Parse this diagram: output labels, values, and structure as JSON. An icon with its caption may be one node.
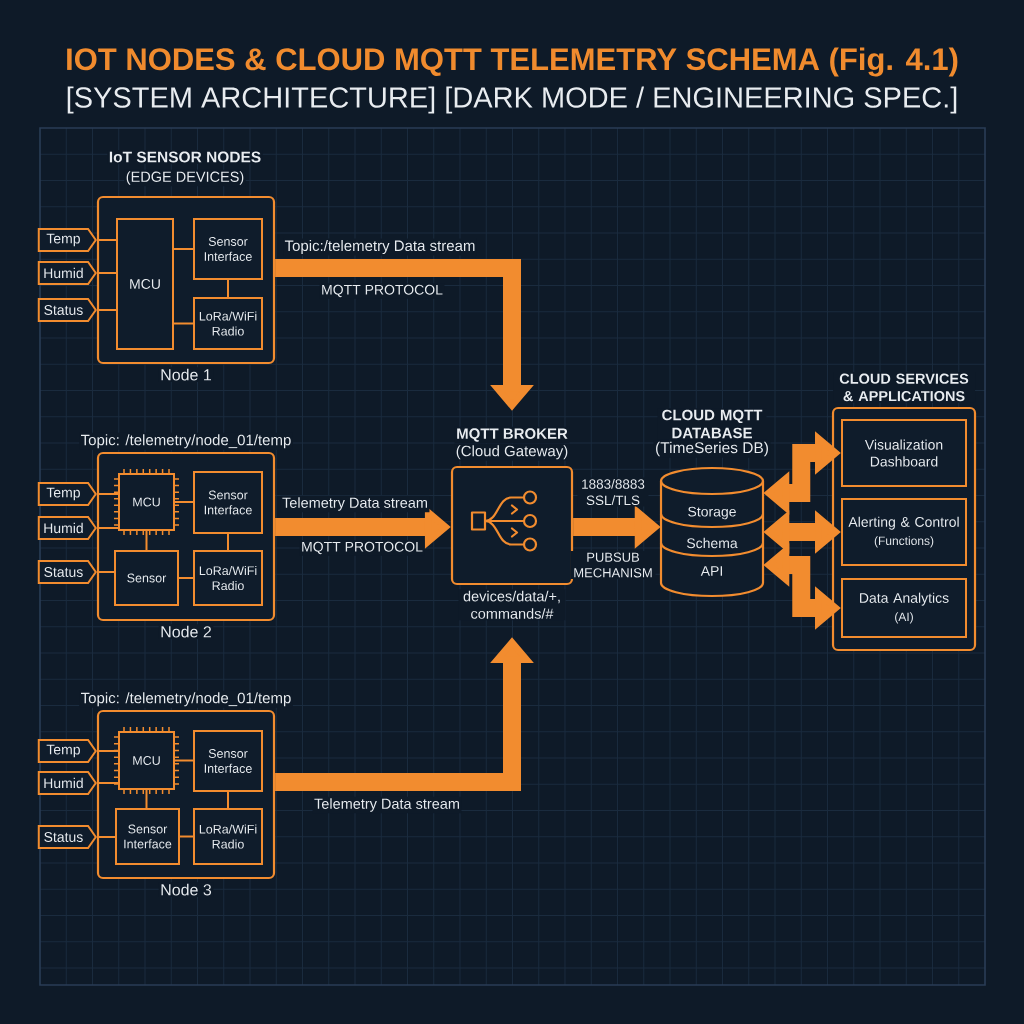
{
  "diagram": {
    "title": "IOT NODES & CLOUD MQTT TELEMETRY SCHEMA (Fig. 4.1)",
    "nodes": [
      {
        "text": [
          "Node 1"
        ]
      },
      {
        "text": [
          "MCU"
        ],
        "in": 0
      },
      {
        "text": [
          "Sensor Interface"
        ],
        "in": 0
      },
      {
        "text": [
          "LoRa/WiFi Radio"
        ],
        "in": 0
      },
      {
        "text": [
          "Temp"
        ]
      },
      {
        "text": [
          "Humid"
        ]
      },
      {
        "text": [
          "Status"
        ]
      },
      {
        "text": [
          "Node 2"
        ],
        "beside": [
          "Topic: /telemetry/node_01/temp"
        ]
      },
      {
        "text": [
          "MCU"
        ],
        "in": 7
      },
      {
        "text": [
          "Sensor Interface"
        ],
        "in": 7
      },
      {
        "text": [
          "Sensor"
        ],
        "in": 7
      },
      {
        "text": [
          "LoRa/WiFi Radio"
        ],
        "in": 7
      },
      {
        "text": [
          "Temp"
        ]
      },
      {
        "text": [
          "Humid"
        ]
      },
      {
        "text": [
          "Status"
        ]
      },
      {
        "text": [
          "Node 3"
        ],
        "beside": [
          "Topic: /telemetry/node_01/temp"
        ]
      },
      {
        "text": [
          "MCU"
        ],
        "in": 15
      },
      {
        "text": [
          "Sensor Interface"
        ],
        "in": 15
      },
      {
        "text": [
          "Sensor Interface"
        ],
        "in": 15
      },
      {
        "text": [
          "LoRa/WiFi Radio"
        ],
        "in": 15
      },
      {
        "text": [
          "Temp"
        ]
      },
      {
        "text": [
          "Humid"
        ]
      },
      {
        "text": [
          "Status"
        ]
      },
      {
        "text": [
          "MQTT BROKER",
          "(Cloud Gateway)"
        ],
        "beside": [
          "devices/data/+, commands/#"
        ]
      },
      {
        "text": [
          "CLOUD MQTT DATABASE",
          "(TimeSeries DB)"
        ]
      },
      {
        "text": [
          "Storage"
        ],
        "in": 24
      },
      {
        "text": [
          "Schema"
        ],
        "in": 24
      },
      {
        "text": [
          "API"
        ],
        "in": 24
      },
      {
        "text": [
          "CLOUD SERVICES & APPLICATIONS"
        ]
      },
      {
        "text": [
          "Visualization Dashboard"
        ],
        "in": 28
      },
      {
        "text": [
          "Alerting & Control",
          "(Functions)"
        ],
        "in": 28
      },
      {
        "text": [
          "Data Analytics",
          "(AI)"
        ],
        "in": 28
      }
    ],
    "edges": [
      {
        "from": 4,
        "to": 1,
        "arrow": "none"
      },
      {
        "from": 5,
        "to": 1,
        "arrow": "none"
      },
      {
        "from": 6,
        "to": 1,
        "arrow": "none"
      },
      {
        "from": 1,
        "to": 2,
        "arrow": "none"
      },
      {
        "from": 1,
        "to": 3,
        "arrow": "none"
      },
      {
        "from": 2,
        "to": 3,
        "arrow": "none"
      },
      {
        "from": 12,
        "to": 8,
        "arrow": "none"
      },
      {
        "from": 13,
        "to": 8,
        "arrow": "none"
      },
      {
        "from": 14,
        "to": 10,
        "arrow": "none"
      },
      {
        "from": 8,
        "to": 9,
        "arrow": "none"
      },
      {
        "from": 8,
        "to": 10,
        "arrow": "none"
      },
      {
        "from": 9,
        "to": 11,
        "arrow": "none"
      },
      {
        "from": 10,
        "to": 11,
        "arrow": "none"
      },
      {
        "from": 20,
        "to": 16,
        "arrow": "none"
      },
      {
        "from": 21,
        "to": 16,
        "arrow": "none"
      },
      {
        "from": 22,
        "to": 18,
        "arrow": "none"
      },
      {
        "from": 16,
        "to": 17,
        "arrow": "none"
      },
      {
        "from": 16,
        "to": 18,
        "arrow": "none"
      },
      {
        "from": 17,
        "to": 19,
        "arrow": "none"
      },
      {
        "from": 18,
        "to": 19,
        "arrow": "none"
      },
      {
        "from": 0,
        "to": 23,
        "arrow": "to",
        "label": "Topic:/telemetry Data stream",
        "style": "thick"
      },
      {
        "from": 7,
        "to": 23,
        "arrow": "to",
        "label": "Telemetry Data stream",
        "style": "thick"
      },
      {
        "from": 15,
        "to": 23,
        "arrow": "to",
        "label": "Telemetry Data stream",
        "style": "thick"
      },
      {
        "from": 23,
        "to": 24,
        "arrow": "to",
        "label": "1883/8883 SSL/TLS",
        "style": "thick"
      },
      {
        "from": 24,
        "to": 29,
        "arrow": "both",
        "style": "thick"
      },
      {
        "from": 24,
        "to": 30,
        "arrow": "both",
        "style": "thick"
      },
      {
        "from": 24,
        "to": 31,
        "arrow": "both",
        "style": "thick"
      }
    ],
    "labels": [
      "[SYSTEM ARCHITECTURE] [DARK MODE / ENGINEERING SPEC.]",
      "IoT SENSOR NODES",
      "(EDGE DEVICES)",
      "MQTT PROTOCOL",
      "MQTT PROTOCOL",
      "PUBSUB MECHANISM"
    ]
  }
}
